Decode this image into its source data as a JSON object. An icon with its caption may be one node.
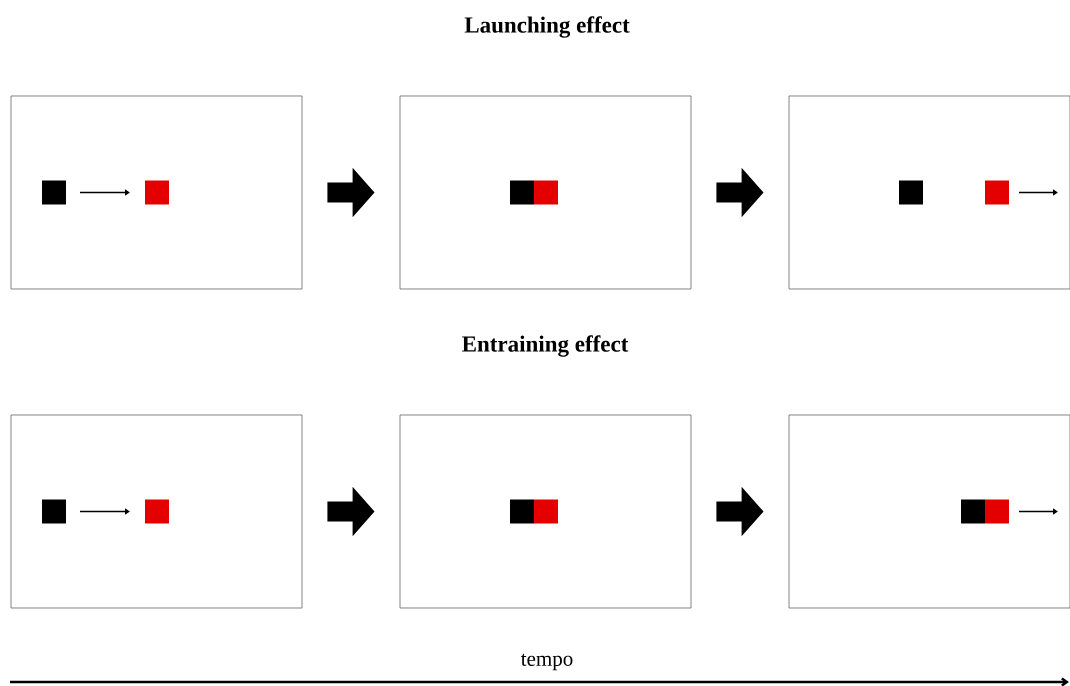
{
  "diagram": {
    "nodes": [
      {
        "text": [],
        "shape": "box"
      },
      {
        "text": [],
        "shape": "box"
      },
      {
        "text": [],
        "shape": "box"
      },
      {
        "text": [],
        "shape": "box"
      },
      {
        "text": [],
        "shape": "box"
      },
      {
        "text": [],
        "shape": "box"
      }
    ],
    "edges": [
      {
        "from": 0,
        "to": 1,
        "arrow": "to"
      },
      {
        "from": 1,
        "to": 2,
        "arrow": "to"
      },
      {
        "from": 3,
        "to": 4,
        "arrow": "to"
      },
      {
        "from": 4,
        "to": 5,
        "arrow": "to"
      }
    ],
    "labels": [
      "Launching effect",
      "Entraining effect",
      "tempo"
    ]
  }
}
